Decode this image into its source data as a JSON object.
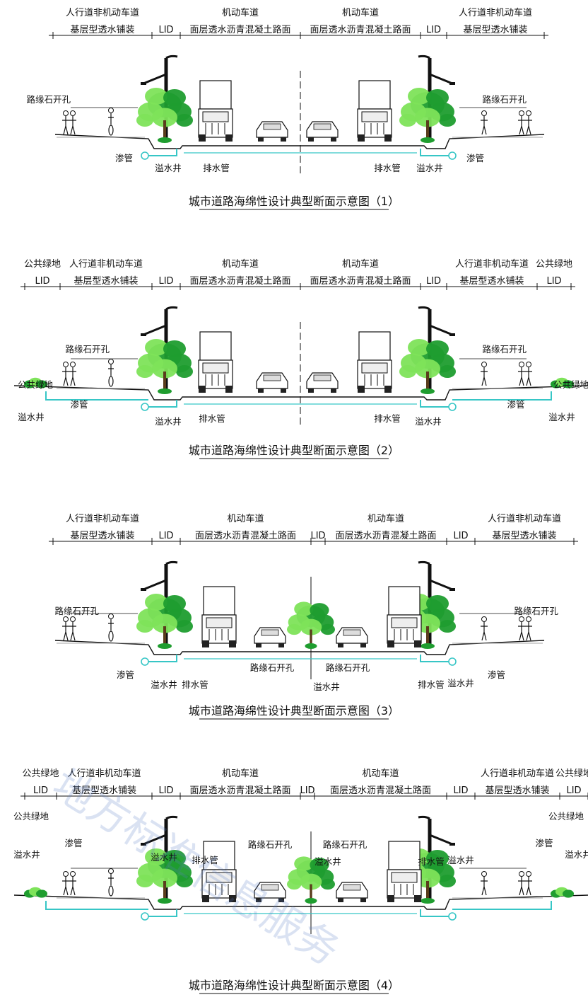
{
  "diagrams": [
    {
      "id": "d1",
      "title": "城市道路海绵性设计典型断面示意图（1）",
      "headers": [
        {
          "top": "人行道非机动车道",
          "bottom": "基层型透水铺装"
        },
        {
          "top": "",
          "bottom": "LID"
        },
        {
          "top": "机动车道",
          "bottom": "面层透水沥青混凝土路面"
        },
        {
          "top": "机动车道",
          "bottom": "面层透水沥青混凝土路面"
        },
        {
          "top": "",
          "bottom": "LID"
        },
        {
          "top": "人行道非机动车道",
          "bottom": "基层型透水铺装"
        }
      ],
      "callouts": [
        "路缘石开孔",
        "路缘石开孔",
        "渗管",
        "溢水井",
        "排水管",
        "排水管",
        "溢水井",
        "渗管"
      ]
    },
    {
      "id": "d2",
      "title": "城市道路海绵性设计典型断面示意图（2）",
      "headers": [
        {
          "top": "公共绿地",
          "bottom": "LID"
        },
        {
          "top": "人行道非机动车道",
          "bottom": "基层型透水铺装"
        },
        {
          "top": "",
          "bottom": "LID"
        },
        {
          "top": "机动车道",
          "bottom": "面层透水沥青混凝土路面"
        },
        {
          "top": "机动车道",
          "bottom": "面层透水沥青混凝土路面"
        },
        {
          "top": "",
          "bottom": "LID"
        },
        {
          "top": "人行道非机动车道",
          "bottom": "基层型透水铺装"
        },
        {
          "top": "公共绿地",
          "bottom": "LID"
        }
      ],
      "callouts": [
        "路缘石开孔",
        "路缘石开孔",
        "公共绿地",
        "公共绿地",
        "溢水井",
        "渗管",
        "溢水井",
        "排水管",
        "排水管",
        "溢水井",
        "渗管",
        "溢水井"
      ]
    },
    {
      "id": "d3",
      "title": "城市道路海绵性设计典型断面示意图（3）",
      "headers": [
        {
          "top": "人行道非机动车道",
          "bottom": "基层型透水铺装"
        },
        {
          "top": "",
          "bottom": "LID"
        },
        {
          "top": "机动车道",
          "bottom": "面层透水沥青混凝土路面"
        },
        {
          "top": "",
          "bottom": "LID"
        },
        {
          "top": "机动车道",
          "bottom": "面层透水沥青混凝土路面"
        },
        {
          "top": "",
          "bottom": "LID"
        },
        {
          "top": "人行道非机动车道",
          "bottom": "基层型透水铺装"
        }
      ],
      "callouts": [
        "路缘石开孔",
        "路缘石开孔",
        "渗管",
        "溢水井",
        "排水管",
        "路缘石开孔",
        "路缘石开孔",
        "溢水井",
        "排水管",
        "溢水井",
        "渗管"
      ]
    },
    {
      "id": "d4",
      "title": "城市道路海绵性设计典型断面示意图（4）",
      "headers": [
        {
          "top": "公共绿地",
          "bottom": "LID"
        },
        {
          "top": "人行道非机动车道",
          "bottom": "基层型透水铺装"
        },
        {
          "top": "",
          "bottom": "LID"
        },
        {
          "top": "机动车道",
          "bottom": "面层透水沥青混凝土路面"
        },
        {
          "top": "",
          "bottom": "LID"
        },
        {
          "top": "机动车道",
          "bottom": "面层透水沥青混凝土路面"
        },
        {
          "top": "",
          "bottom": "LID"
        },
        {
          "top": "人行道非机动车道",
          "bottom": "基层型透水铺装"
        },
        {
          "top": "公共绿地",
          "bottom": "LID"
        }
      ],
      "callouts": [
        "公共绿地",
        "公共绿地",
        "溢水井",
        "渗管",
        "溢水井",
        "排水管",
        "路缘石开孔",
        "路缘石开孔",
        "溢水井",
        "排水管",
        "溢水井",
        "渗管",
        "溢水井"
      ]
    }
  ],
  "watermark": "地方标准信息服务",
  "colors": {
    "pipe": "#37c6c6",
    "tree_dark": "#1f9d2f",
    "tree_light": "#7ee35a",
    "lines": "#111111",
    "watermark": "#5a7ec8"
  },
  "icons": [
    "street-lamp-icon",
    "tree-icon",
    "truck-icon",
    "car-icon",
    "pedestrian-icon",
    "cyclist-icon",
    "manhole-icon"
  ]
}
